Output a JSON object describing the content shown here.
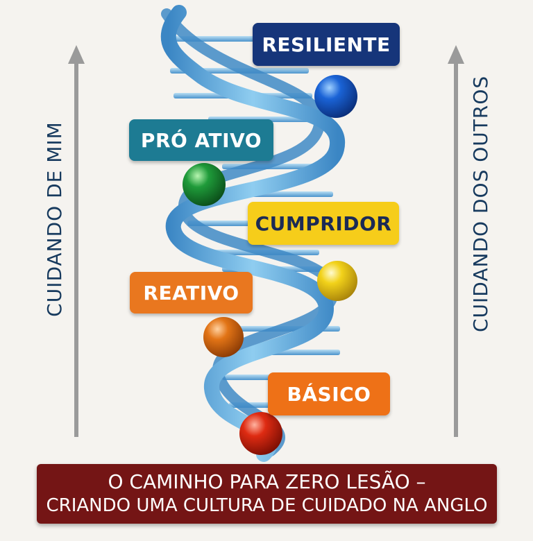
{
  "axes": {
    "left_label": "CUIDANDO DE MIM",
    "right_label": "CUIDANDO DOS OUTROS"
  },
  "levels": [
    {
      "label": "RESILIENTE",
      "bg": "#16357a",
      "text": "#ffffff",
      "ball": "#1a63d6"
    },
    {
      "label": "PRÓ ATIVO",
      "bg": "#1d7b93",
      "text": "#ffffff",
      "ball": "#1f9b3a"
    },
    {
      "label": "CUMPRIDOR",
      "bg": "#f6cd1a",
      "text": "#1b2a55",
      "ball": "#f2d21a"
    },
    {
      "label": "REATIVO",
      "bg": "#e9771f",
      "text": "#ffffff",
      "ball": "#e27416"
    },
    {
      "label": "BÁSICO",
      "bg": "#ee7117",
      "text": "#ffffff",
      "ball": "#de2b12"
    }
  ],
  "banner": {
    "line1": "O CAMINHO PARA ZERO LESÃO –",
    "line2": "CRIANDO UMA CULTURA DE CUIDADO NA ANGLO",
    "bg": "#741515"
  },
  "colors": {
    "helix": "#5aa9dc",
    "arrow": "#9a9a9a",
    "axis_text": "#173a5e"
  }
}
